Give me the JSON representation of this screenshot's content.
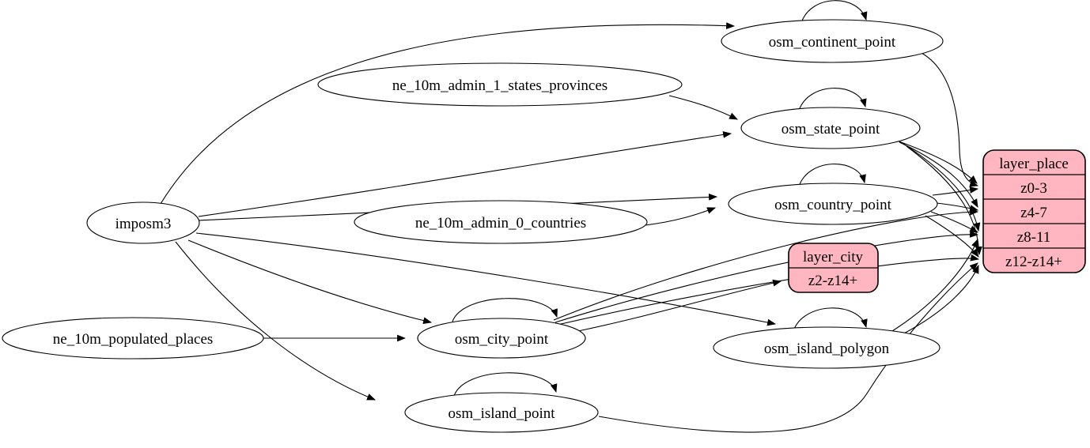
{
  "diagram": {
    "kind": "etl-dependency-graph",
    "colors": {
      "layer_fill": "#ffb6c1",
      "table_fill": "#ffffff",
      "stroke": "#000000",
      "background": "#ffffff"
    },
    "nodes": {
      "imposm3": {
        "label": "imposm3"
      },
      "ne_10m_admin_1_states_provinces": {
        "label": "ne_10m_admin_1_states_provinces"
      },
      "ne_10m_admin_0_countries": {
        "label": "ne_10m_admin_0_countries"
      },
      "ne_10m_populated_places": {
        "label": "ne_10m_populated_places"
      },
      "osm_continent_point": {
        "label": "osm_continent_point"
      },
      "osm_state_point": {
        "label": "osm_state_point"
      },
      "osm_country_point": {
        "label": "osm_country_point"
      },
      "osm_city_point": {
        "label": "osm_city_point"
      },
      "osm_island_polygon": {
        "label": "osm_island_polygon"
      },
      "osm_island_point": {
        "label": "osm_island_point"
      }
    },
    "layers": {
      "layer_place": {
        "title": "layer_place",
        "rows": [
          "z0-3",
          "z4-7",
          "z8-11",
          "z12-z14+"
        ]
      },
      "layer_city": {
        "title": "layer_city",
        "rows": [
          "z2-z14+"
        ]
      }
    },
    "edges": [
      {
        "from": "imposm3",
        "to": "osm_continent_point"
      },
      {
        "from": "imposm3",
        "to": "osm_state_point"
      },
      {
        "from": "imposm3",
        "to": "osm_country_point"
      },
      {
        "from": "imposm3",
        "to": "osm_city_point"
      },
      {
        "from": "imposm3",
        "to": "osm_island_polygon"
      },
      {
        "from": "imposm3",
        "to": "osm_island_point"
      },
      {
        "from": "ne_10m_admin_1_states_provinces",
        "to": "osm_state_point"
      },
      {
        "from": "ne_10m_admin_0_countries",
        "to": "osm_country_point"
      },
      {
        "from": "ne_10m_populated_places",
        "to": "osm_city_point"
      },
      {
        "from": "osm_continent_point",
        "to": "osm_continent_point"
      },
      {
        "from": "osm_state_point",
        "to": "osm_state_point"
      },
      {
        "from": "osm_country_point",
        "to": "osm_country_point"
      },
      {
        "from": "osm_city_point",
        "to": "osm_city_point"
      },
      {
        "from": "osm_island_polygon",
        "to": "osm_island_polygon"
      },
      {
        "from": "osm_island_point",
        "to": "osm_island_point"
      },
      {
        "from": "osm_continent_point",
        "to": "layer_place.z0-3"
      },
      {
        "from": "osm_state_point",
        "to": "layer_place.z0-3"
      },
      {
        "from": "osm_state_point",
        "to": "layer_place.z4-7"
      },
      {
        "from": "osm_state_point",
        "to": "layer_place.z8-11"
      },
      {
        "from": "osm_state_point",
        "to": "layer_place.z12-z14+"
      },
      {
        "from": "osm_country_point",
        "to": "layer_place.z0-3"
      },
      {
        "from": "osm_country_point",
        "to": "layer_place.z4-7"
      },
      {
        "from": "osm_country_point",
        "to": "layer_place.z8-11"
      },
      {
        "from": "osm_country_point",
        "to": "layer_place.z12-z14+"
      },
      {
        "from": "osm_city_point",
        "to": "layer_city.z2-z14+"
      },
      {
        "from": "osm_city_point",
        "to": "layer_place.z4-7"
      },
      {
        "from": "osm_city_point",
        "to": "layer_place.z8-11"
      },
      {
        "from": "osm_city_point",
        "to": "layer_place.z12-z14+"
      },
      {
        "from": "osm_island_polygon",
        "to": "layer_place.z8-11"
      },
      {
        "from": "osm_island_polygon",
        "to": "layer_place.z12-z14+"
      },
      {
        "from": "osm_island_point",
        "to": "layer_place.z12-z14+"
      }
    ]
  }
}
